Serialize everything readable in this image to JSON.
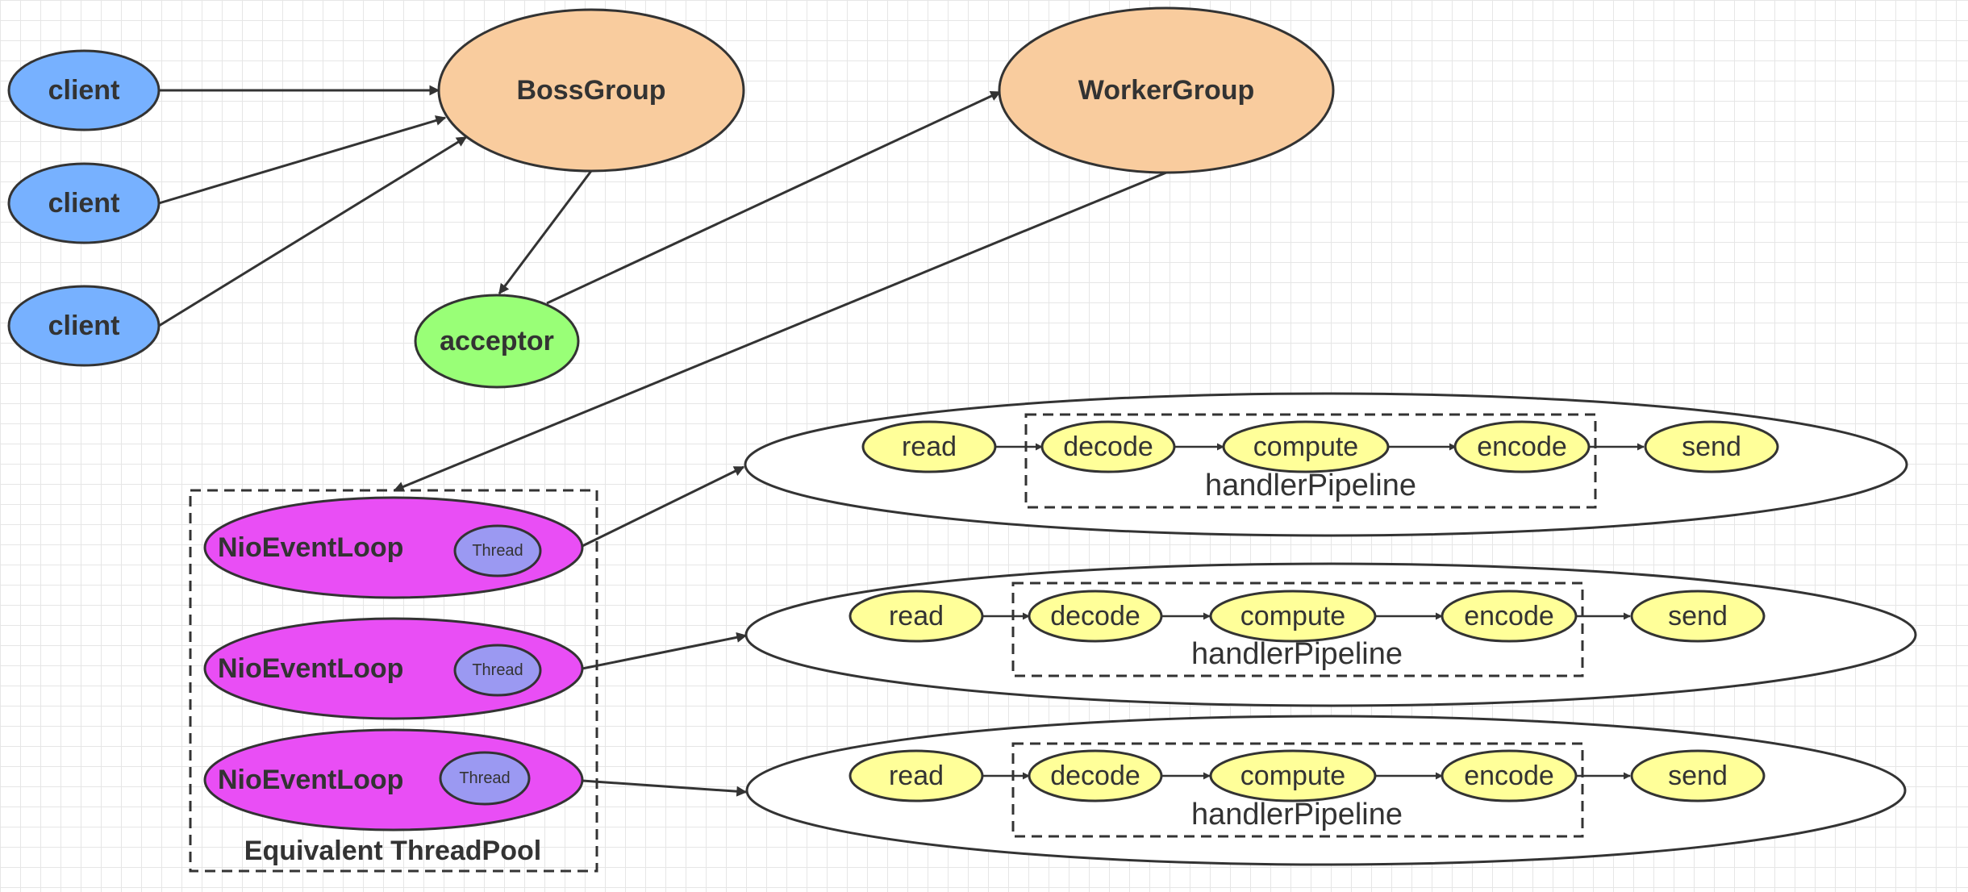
{
  "nodes": {
    "client_1": "client",
    "client_2": "client",
    "client_3": "client",
    "boss_group": "BossGroup",
    "worker_group": "WorkerGroup",
    "acceptor": "acceptor",
    "event_loop": "NioEventLoop",
    "thread": "Thread",
    "pool_label": "Equivalent ThreadPool"
  },
  "pipeline": {
    "steps": [
      "read",
      "decode",
      "compute",
      "encode",
      "send"
    ],
    "group_label": "handlerPipeline"
  },
  "colors": {
    "client": "#77b1ff",
    "group": "#f9cc9e",
    "acceptor": "#99ff77",
    "event_loop": "#e94ef5",
    "thread": "#9b99f2",
    "step": "#ffff99",
    "stroke": "#333333"
  }
}
